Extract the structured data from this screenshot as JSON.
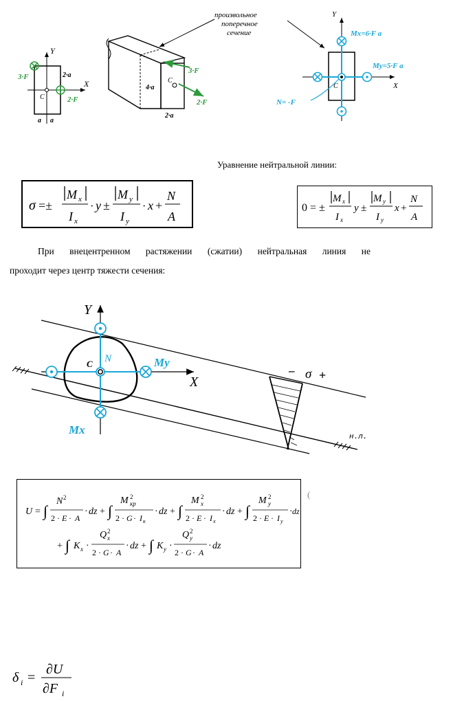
{
  "fig1": {
    "left": {
      "axis_y": "Y",
      "axis_x": "X",
      "center": "C",
      "force_left": "3·F",
      "force_right": "2·F",
      "dim_h": "2·a",
      "dim_a1": "a",
      "dim_a2": "a"
    },
    "middle": {
      "label_section": [
        "произвольное",
        "поперечное",
        "сечение"
      ],
      "force_top": "3·F",
      "force_bottom": "2·F",
      "dim_v": "4·a",
      "dim_h": "2·a",
      "center": "C"
    },
    "right": {
      "axis_y": "Y",
      "axis_x": "X",
      "center": "C",
      "mx_label": "Mx=6·F a",
      "my_label": "My=5·F a",
      "n_label": "N= -F"
    }
  },
  "neutral_title": "Уравнение нейтральной линии:",
  "paragraph": {
    "line1": "При внецентренном растяжении (сжатии) нейтральная линия не",
    "line2": "проходит через центр тяжести сечения:"
  },
  "fig2": {
    "axis_y": "Y",
    "axis_x": "X",
    "center": "C",
    "n": "N",
    "my": "My",
    "mx": "Mx",
    "sigma": "σ",
    "minus": "–",
    "plus": "+",
    "nl": "н.л."
  },
  "energy_tag": "(",
  "colors": {
    "green": "#2e9a3c",
    "cyan": "#1aa7d8"
  }
}
